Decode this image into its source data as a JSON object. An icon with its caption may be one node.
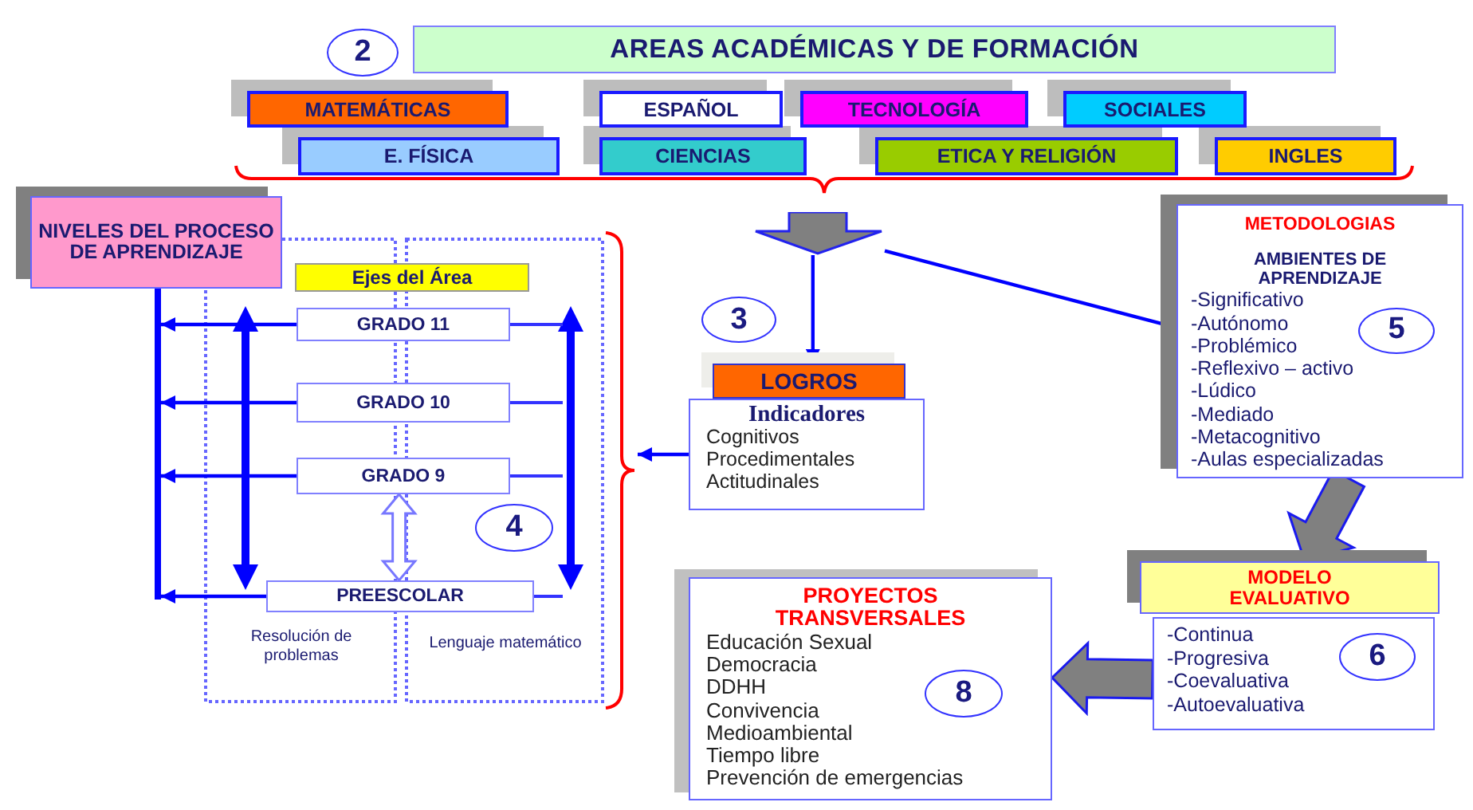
{
  "diagram": {
    "nodes": [
      {
        "text": [
          "2"
        ]
      },
      {
        "text": [
          "AREAS ACADÉMICAS Y DE FORMACIÓN"
        ]
      },
      {
        "text": [
          "MATEMÁTICAS"
        ]
      },
      {
        "text": [
          "ESPAÑOL"
        ]
      },
      {
        "text": [
          "TECNOLOGÍA"
        ]
      },
      {
        "text": [
          "SOCIALES"
        ]
      },
      {
        "text": [
          "E. FÍSICA"
        ]
      },
      {
        "text": [
          "CIENCIAS"
        ]
      },
      {
        "text": [
          "ETICA Y RELIGIÓN"
        ]
      },
      {
        "text": [
          "INGLES"
        ]
      },
      {
        "text": [
          "NIVELES DEL PROCESO DE APRENDIZAJE"
        ]
      },
      {
        "text": [
          "Ejes del Área"
        ]
      },
      {
        "text": [
          "GRADO 11"
        ]
      },
      {
        "text": [
          "GRADO 10"
        ]
      },
      {
        "text": [
          "GRADO 9"
        ]
      },
      {
        "text": [
          "PREESCOLAR"
        ]
      },
      {
        "text": [
          "4"
        ]
      },
      {
        "text": [],
        "shape": "bar"
      },
      {
        "text": [],
        "shape": "arrow"
      },
      {
        "text": [
          "3"
        ]
      },
      {
        "text": [
          "LOGROS"
        ]
      },
      {
        "text": [
          "Indicadores",
          "Cognitivos",
          "Procedimentales",
          "Actitudinales"
        ]
      },
      {
        "text": [
          "METODOLOGIAS",
          "AMBIENTES DE APRENDIZAJE",
          "-Significativo",
          "-Autónomo",
          "-Problémico",
          "-Reflexivo – activo",
          "-Lúdico",
          "-Mediado",
          "-Metacognitivo",
          "-Aulas especializadas"
        ]
      },
      {
        "text": [
          "5"
        ],
        "in": 22
      },
      {
        "text": [
          "MODELO EVALUATIVO"
        ]
      },
      {
        "text": [
          "-Continua",
          "-Progresiva",
          "-Coevaluativa",
          "-Autoevaluativa"
        ]
      },
      {
        "text": [
          "6"
        ],
        "in": 25
      },
      {
        "text": [
          "PROYECTOS TRANSVERSALES",
          "Educación Sexual",
          "Democracia",
          "DDHH",
          "Convivencia",
          "Medioambiental",
          "Tiempo libre",
          "Prevención de emergencias"
        ]
      },
      {
        "text": [
          "8"
        ],
        "in": 27
      },
      {
        "text": [],
        "shape": "brace"
      }
    ],
    "edges": [
      {
        "from": 12,
        "to": 17,
        "arrow": "to"
      },
      {
        "from": 13,
        "to": 17,
        "arrow": "to"
      },
      {
        "from": 14,
        "to": 17,
        "arrow": "to"
      },
      {
        "from": 15,
        "to": 17,
        "arrow": "to"
      },
      {
        "from": 14,
        "to": 15,
        "arrow": "both",
        "style": "thick",
        "color": "#ffffff"
      },
      {
        "from": 18,
        "to": 20,
        "arrow": "to"
      },
      {
        "from": 18,
        "to": 22,
        "arrow": "to"
      },
      {
        "from": 21,
        "to": 29,
        "arrow": "to"
      },
      {
        "from": 22,
        "to": 24,
        "arrow": "to",
        "style": "thick",
        "color": "#808080"
      },
      {
        "from": 25,
        "to": 27,
        "arrow": "to",
        "style": "thick",
        "color": "#808080"
      }
    ],
    "labels": [
      "Resolución de problemas",
      "Lenguaje matemático"
    ]
  }
}
